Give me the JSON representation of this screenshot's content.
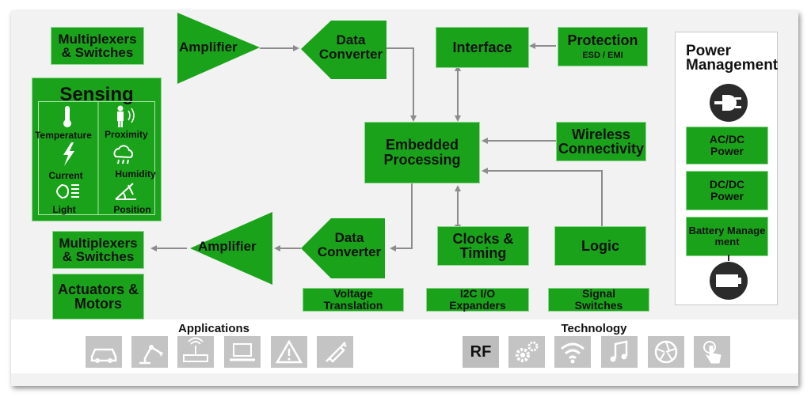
{
  "blocks": {
    "mux_top": "Multiplexers & Switches",
    "amp_top": "Amplifier",
    "dc_top": "Data Converter",
    "interface": "Interface",
    "protection": "Protection",
    "protection_sub": "ESD / EMI",
    "embedded": "Embedded Processing",
    "wireless": "Wireless Connectivity",
    "amp_bottom": "Amplifier",
    "dc_bottom": "Data Converter",
    "clocks": "Clocks & Timing",
    "logic": "Logic",
    "mux_bottom": "Multiplexers & Switches",
    "actuators": "Actuators & Motors",
    "voltage": "Voltage Translation",
    "i2c": "I2C I/O Expanders",
    "signal": "Signal Switches"
  },
  "sensing": {
    "title": "Sensing",
    "items": [
      "Temperature",
      "Proximity",
      "Current",
      "Humidity",
      "Light",
      "Position"
    ],
    "icons": [
      "thermometer-icon",
      "person-proximity-icon",
      "lightning-icon",
      "cloud-humidity-icon",
      "headlight-icon",
      "angle-position-icon"
    ]
  },
  "power": {
    "title": "Power Management",
    "items": [
      "AC/DC Power",
      "DC/DC Power",
      "Battery Management"
    ],
    "icons": [
      "plug-icon",
      "battery-icon"
    ]
  },
  "bottom": {
    "applications_label": "Applications",
    "technology_label": "Technology",
    "application_icons": [
      "car-icon",
      "robot-arm-icon",
      "router-icon",
      "laptop-icon",
      "warning-icon",
      "syringe-icon"
    ],
    "technology_rf": "RF",
    "technology_icons": [
      "gears-icon",
      "wifi-icon",
      "music-icon",
      "aperture-icon",
      "touch-icon"
    ]
  },
  "colors": {
    "block_green": "#1aa31a",
    "panel_bg": "#f2f2f2",
    "arrow_gray": "#8c8c8c",
    "icon_gray": "#c4c4c4"
  }
}
